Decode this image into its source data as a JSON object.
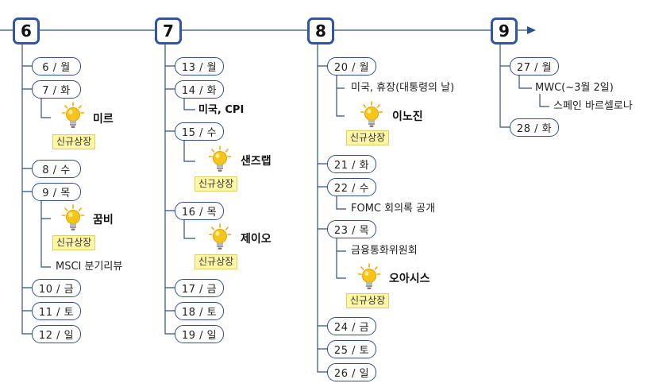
{
  "months": [
    {
      "label": "6",
      "days": [
        "6 / 월",
        "7 / 화",
        "8 / 수",
        "9 / 목",
        "10 / 금",
        "11 / 토",
        "12 / 일"
      ]
    },
    {
      "label": "7",
      "days": [
        "13 / 월",
        "14 / 화",
        "15 / 수",
        "16 / 목",
        "17 / 금",
        "18 / 토",
        "19 / 일"
      ]
    },
    {
      "label": "8",
      "days": [
        "20 / 월",
        "21 / 화",
        "22 / 수",
        "23 / 목",
        "24 / 금",
        "25 / 토",
        "26 / 일"
      ]
    },
    {
      "label": "9",
      "days": [
        "27 / 월",
        "28 / 화"
      ]
    }
  ],
  "events": {
    "m6": {
      "c1": "미르",
      "b1": "신규상장",
      "c2": "꿈비",
      "b2": "신규상장",
      "t1": "MSCI 분기리뷰"
    },
    "m7": {
      "t1": "미국, CPI",
      "c1": "샌즈랩",
      "b1": "신규상장",
      "c2": "제이오",
      "b2": "신규상장"
    },
    "m8": {
      "t1": "미국, 휴장(대통령의 날)",
      "c1": "이노진",
      "b1": "신규상장",
      "t2": "FOMC 회의록 공개",
      "t3": "금융통화위원회",
      "c2": "오아시스",
      "b2": "신규상장"
    },
    "m9": {
      "t1": "MWC(~3월 2일)",
      "t2": "스페인 바르셀로나"
    }
  },
  "colors": {
    "line": "#2f4f8f",
    "month_border": "#2f55a4",
    "badge_bg": "#fff6a6",
    "bulb": "#f7c51a"
  },
  "icons": {
    "event_icon": "lightbulb-icon",
    "timeline_end": "arrow-right-icon"
  }
}
